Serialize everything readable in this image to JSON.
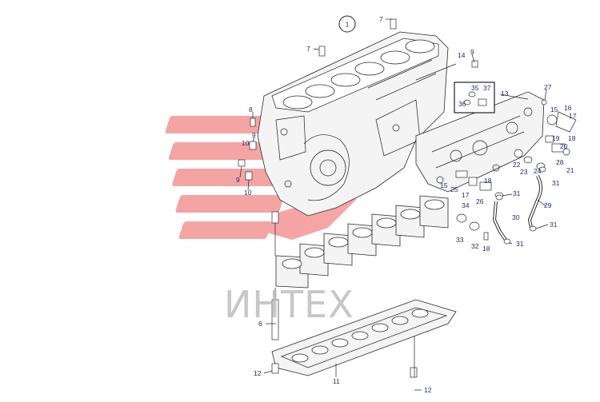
{
  "diagram": {
    "group_number": "1",
    "watermark_text": "ИНТЕХ",
    "callouts": [
      {
        "id": "c7a",
        "text": "7"
      },
      {
        "id": "c7b",
        "text": "7"
      },
      {
        "id": "c9a",
        "text": "9"
      },
      {
        "id": "c14",
        "text": "14"
      },
      {
        "id": "c35",
        "text": "35"
      },
      {
        "id": "c37",
        "text": "37"
      },
      {
        "id": "c36",
        "text": "36"
      },
      {
        "id": "c13",
        "text": "13"
      },
      {
        "id": "c27",
        "text": "27"
      },
      {
        "id": "c15a",
        "text": "15"
      },
      {
        "id": "c16",
        "text": "16"
      },
      {
        "id": "c17a",
        "text": "17"
      },
      {
        "id": "c19",
        "text": "19"
      },
      {
        "id": "c18a",
        "text": "18"
      },
      {
        "id": "c20",
        "text": "20"
      },
      {
        "id": "c28",
        "text": "28"
      },
      {
        "id": "c21",
        "text": "21"
      },
      {
        "id": "c22",
        "text": "22"
      },
      {
        "id": "c23",
        "text": "23"
      },
      {
        "id": "c24",
        "text": "24"
      },
      {
        "id": "c31a",
        "text": "31"
      },
      {
        "id": "c8",
        "text": "8"
      },
      {
        "id": "c9b",
        "text": "9"
      },
      {
        "id": "c10a",
        "text": "10"
      },
      {
        "id": "c9c",
        "text": "9"
      },
      {
        "id": "c10b",
        "text": "10"
      },
      {
        "id": "c15b",
        "text": "15"
      },
      {
        "id": "c25",
        "text": "25"
      },
      {
        "id": "c17b",
        "text": "17"
      },
      {
        "id": "c26",
        "text": "26"
      },
      {
        "id": "c18b",
        "text": "18"
      },
      {
        "id": "c31b",
        "text": "31"
      },
      {
        "id": "c29",
        "text": "29"
      },
      {
        "id": "c30",
        "text": "30"
      },
      {
        "id": "c31c",
        "text": "31"
      },
      {
        "id": "c34",
        "text": "34"
      },
      {
        "id": "c33",
        "text": "33"
      },
      {
        "id": "c32",
        "text": "32"
      },
      {
        "id": "c18c",
        "text": "18"
      },
      {
        "id": "c31d",
        "text": "31"
      },
      {
        "id": "c6",
        "text": "6"
      },
      {
        "id": "c11",
        "text": "11"
      },
      {
        "id": "c12a",
        "text": "12"
      },
      {
        "id": "c12b",
        "text": "12"
      }
    ]
  }
}
